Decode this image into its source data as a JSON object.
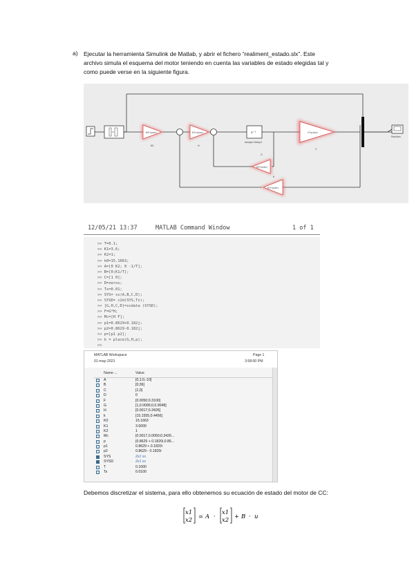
{
  "item": {
    "letter": "a)",
    "lines": [
      "Ejecutar la herramienta Simulink de Matlab, y abrir el fichero “realiment_estado.slx”. Este",
      "archivo simula el esquema del motor teniendo en cuenta las variables de estado elegidas tal y",
      "como puede verse en la siguiente figura."
    ]
  },
  "simulink": {
    "gains": [
      "K0*u(vec)",
      "K1*u(vec)",
      "K2*u(vec)",
      "C*u(vec)"
    ],
    "labels": {
      "k0": "K0",
      "h": "H",
      "g": "G",
      "c": "C",
      "integrator": "Integer Delay2",
      "scope": "Posicion",
      "k": "K",
      "delay": "z⁻¹"
    }
  },
  "command_window": {
    "date": "12/05/21 13:37",
    "title": "MATLAB Command Window",
    "page": "1 of 1",
    "lines": [
      ">> T=0.1;",
      ">> K1=3.6;",
      ">> K2=1;",
      ">> k0=15.1663;",
      ">> A=[0 K2; 0 -1/T];",
      ">> B=[0;K1/T];",
      ">> C=[1 0];",
      ">> D=zeros;",
      ">> Ts=0.01;",
      ">> SYS= ss(A,B,C,D);",
      ">> SYSD= c2d(SYS,Ts);",
      ">> [G,H,C,D]=ssdata (SYSD);",
      ">> F=G*H;",
      ">> Mc=[H F];",
      ">> p1=0.8629+0.182j;",
      ">> p2=0.8629-0.182j;",
      ">> p=[p1 p2];",
      ">> k = place(G,H,p);",
      ">>"
    ]
  },
  "workspace": {
    "title": "MATLAB Workspace",
    "date": "01-may-2021",
    "page": "Page 1",
    "time": "3:58:00 PM",
    "columns": [
      "Name ←",
      "Value"
    ],
    "rows": [
      {
        "name": "A",
        "value": "[0,1;0,-10]",
        "type": "matrix"
      },
      {
        "name": "B",
        "value": "[0;36]",
        "type": "matrix"
      },
      {
        "name": "C",
        "value": "[1,0]",
        "type": "matrix"
      },
      {
        "name": "D",
        "value": "0",
        "type": "matrix"
      },
      {
        "name": "F",
        "value": "[0.0050;0.3100]",
        "type": "matrix"
      },
      {
        "name": "G",
        "value": "[1,0.0095;0,0.9048]",
        "type": "matrix"
      },
      {
        "name": "H",
        "value": "[0.0017;0.3426]",
        "type": "matrix"
      },
      {
        "name": "k",
        "value": "[15.1555,0.4456]",
        "type": "matrix"
      },
      {
        "name": "K0",
        "value": "15.1663",
        "type": "matrix"
      },
      {
        "name": "K1",
        "value": "3.6000",
        "type": "matrix"
      },
      {
        "name": "K2",
        "value": "1",
        "type": "matrix"
      },
      {
        "name": "Mc",
        "value": "[0.0017,0.0050;0.3426...",
        "type": "matrix"
      },
      {
        "name": "p",
        "value": "[0.8629 + 0.1820i,0.86...",
        "type": "matrix"
      },
      {
        "name": "p1",
        "value": "0.8629 + 0.1820i",
        "type": "matrix"
      },
      {
        "name": "p2",
        "value": "0.8629 - 0.1820i",
        "type": "matrix"
      },
      {
        "name": "SYS",
        "value": "2x1 ss",
        "type": "object"
      },
      {
        "name": "SYSD",
        "value": "2x1 ss",
        "type": "object"
      },
      {
        "name": "T",
        "value": "0.1000",
        "type": "matrix"
      },
      {
        "name": "Ts",
        "value": "0.0100",
        "type": "matrix"
      }
    ]
  },
  "sentence": "Debemos discretizar el sistema, para ello obtenemos su ecuación de estado del motor de CC:",
  "equation": {
    "x1": "x1",
    "x2": "x2",
    "A": "A",
    "B": "B",
    "u": "u"
  }
}
